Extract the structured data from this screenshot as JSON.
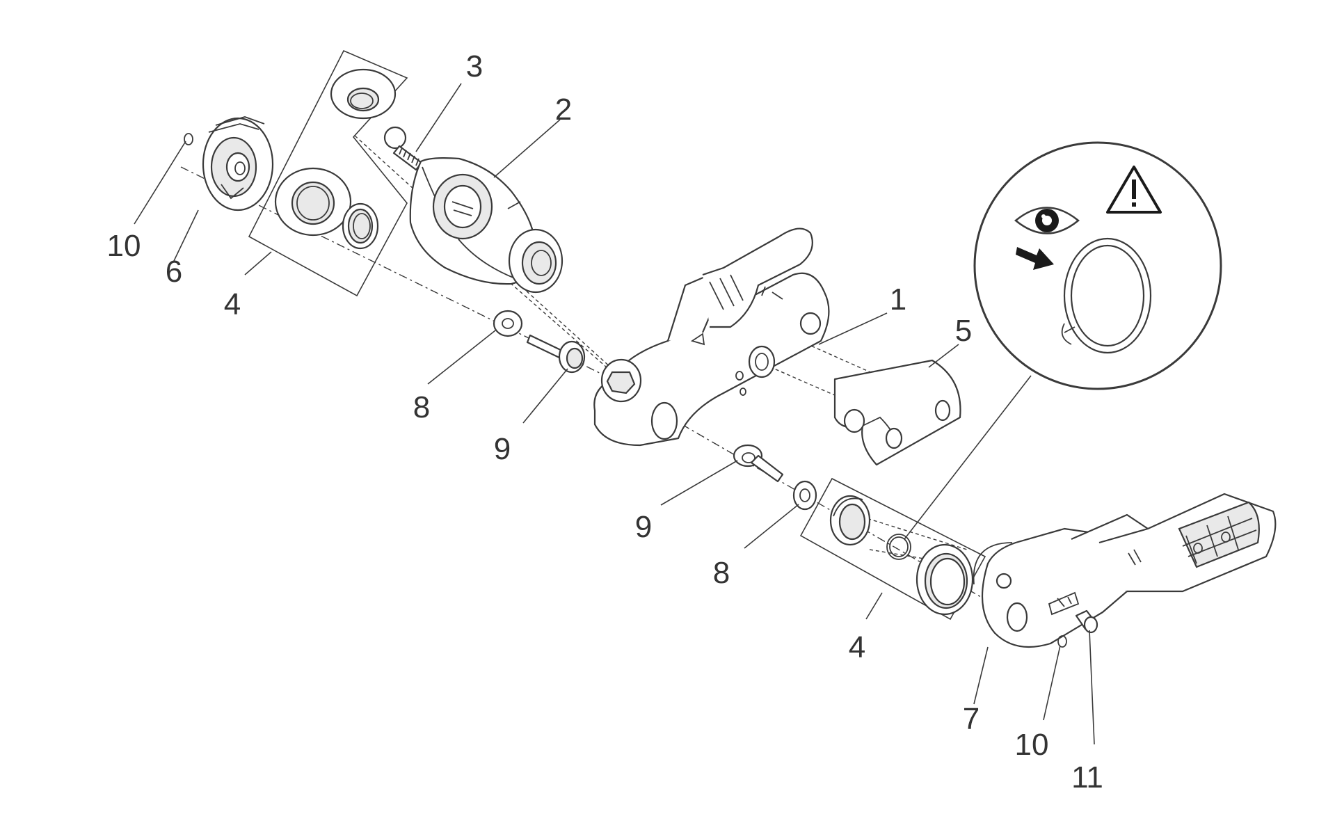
{
  "diagram": {
    "callouts": [
      {
        "id": "c1",
        "label": "1"
      },
      {
        "id": "c2",
        "label": "2"
      },
      {
        "id": "c3",
        "label": "3"
      },
      {
        "id": "c4a",
        "label": "4"
      },
      {
        "id": "c4b",
        "label": "4"
      },
      {
        "id": "c5",
        "label": "5"
      },
      {
        "id": "c6",
        "label": "6"
      },
      {
        "id": "c7",
        "label": "7"
      },
      {
        "id": "c8a",
        "label": "8"
      },
      {
        "id": "c8b",
        "label": "8"
      },
      {
        "id": "c9a",
        "label": "9"
      },
      {
        "id": "c9b",
        "label": "9"
      },
      {
        "id": "c10a",
        "label": "10"
      },
      {
        "id": "c10b",
        "label": "10"
      },
      {
        "id": "c11",
        "label": "11"
      }
    ],
    "icons": [
      "eye-icon",
      "warning-triangle-icon",
      "arrow-icon"
    ]
  }
}
